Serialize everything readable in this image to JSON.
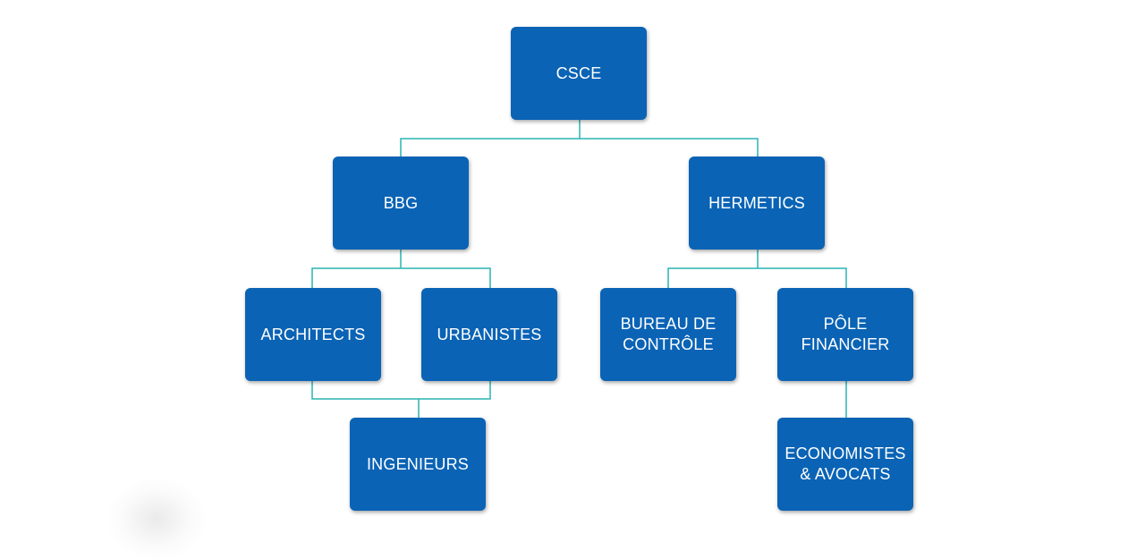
{
  "diagram": {
    "nodes": {
      "csce": "CSCE",
      "bbg": "BBG",
      "hermetics": "HERMETICS",
      "architects": "ARCHITECTS",
      "urbanistes": "URBANISTES",
      "bureau_de_controle": "BUREAU DE\nCONTRÔLE",
      "pole_financier": "PÔLE\nFINANCIER",
      "ingenieurs": "INGENIEURS",
      "economistes_avocats": "ECONOMISTES\n& AVOCATS"
    },
    "colors": {
      "node_fill": "#0a63b5",
      "node_text": "#ffffff",
      "connector": "#2ab3b3"
    },
    "edges": [
      [
        "CSCE",
        "BBG"
      ],
      [
        "CSCE",
        "HERMETICS"
      ],
      [
        "BBG",
        "ARCHITECTS"
      ],
      [
        "BBG",
        "URBANISTES"
      ],
      [
        "HERMETICS",
        "BUREAU DE CONTRÔLE"
      ],
      [
        "HERMETICS",
        "PÔLE FINANCIER"
      ],
      [
        "ARCHITECTS",
        "INGENIEURS"
      ],
      [
        "URBANISTES",
        "INGENIEURS"
      ],
      [
        "PÔLE FINANCIER",
        "ECONOMISTES & AVOCATS"
      ]
    ]
  }
}
